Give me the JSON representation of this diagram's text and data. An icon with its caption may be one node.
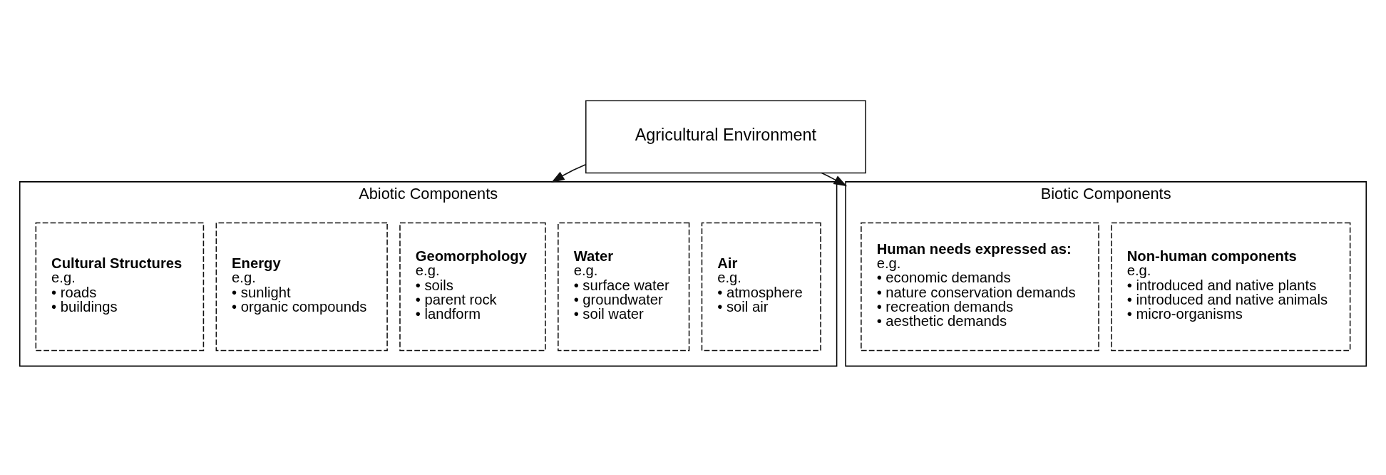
{
  "diagram": {
    "nodes": [
      {
        "text": [
          "Agricultural Environment"
        ]
      },
      {
        "text": [
          "Abiotic Components"
        ]
      },
      {
        "text": [
          "Air",
          "e.g.",
          "• atmosphere",
          "• soil air"
        ],
        "in": 1
      },
      {
        "text": [
          "Water",
          "e.g.",
          "• surface water",
          "• groundwater",
          "• soil water"
        ],
        "in": 1
      },
      {
        "text": [
          "Geomorphology",
          "e.g.",
          "• soils",
          "• parent rock",
          "• landform"
        ],
        "in": 1
      },
      {
        "text": [
          "Energy",
          "e.g.",
          "• sunlight",
          "• organic compounds"
        ],
        "in": 1
      },
      {
        "text": [
          "Cultural Structures",
          "e.g.",
          "• roads",
          "• buildings"
        ],
        "in": 1
      },
      {
        "text": [
          "Biotic Components"
        ]
      },
      {
        "text": [
          "Non-human components",
          "e.g.",
          "• introduced and native plants",
          "• introduced and native animals",
          "• micro-organisms"
        ],
        "in": 7
      },
      {
        "text": [
          "Human needs expressed as:",
          "e.g.",
          "• economic demands",
          "• nature conservation demands",
          "• recreation demands",
          "• aesthetic demands"
        ],
        "in": 7
      }
    ],
    "edges": [
      {
        "from": 0,
        "to": 1,
        "arrow": "to"
      },
      {
        "from": 0,
        "to": 7,
        "arrow": "to"
      }
    ]
  }
}
